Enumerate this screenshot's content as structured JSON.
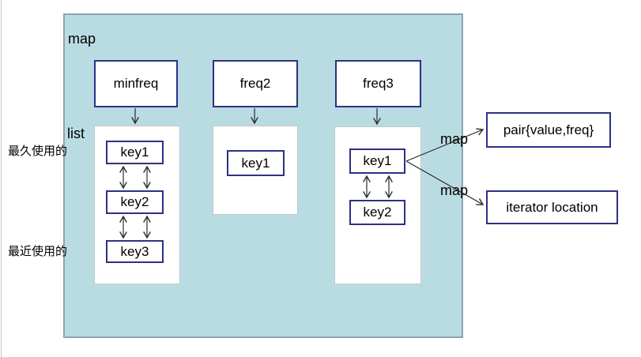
{
  "diagram": {
    "panel_label": "map",
    "list_label": "list",
    "annotations": {
      "least_recently_used": "最久使用的",
      "most_recently_used": "最近使用的"
    },
    "freq_nodes": [
      {
        "label": "minfreq",
        "keys": [
          "key1",
          "key2",
          "key3"
        ]
      },
      {
        "label": "freq2",
        "keys": [
          "key1"
        ]
      },
      {
        "label": "freq3",
        "keys": [
          "key1",
          "key2"
        ]
      }
    ],
    "edge_labels": {
      "key_to_pair": "map",
      "key_to_iterator": "map"
    },
    "right_nodes": [
      {
        "label": "pair{value,freq}"
      },
      {
        "label": "iterator location"
      }
    ]
  },
  "colors": {
    "panel_fill": "#b9dce2",
    "panel_border": "#8ba5ad",
    "node_border": "#2d3184",
    "list_border": "#c6c6c6",
    "arrow": "#2b2b2b",
    "text": "#000000",
    "background": "#ffffff"
  }
}
